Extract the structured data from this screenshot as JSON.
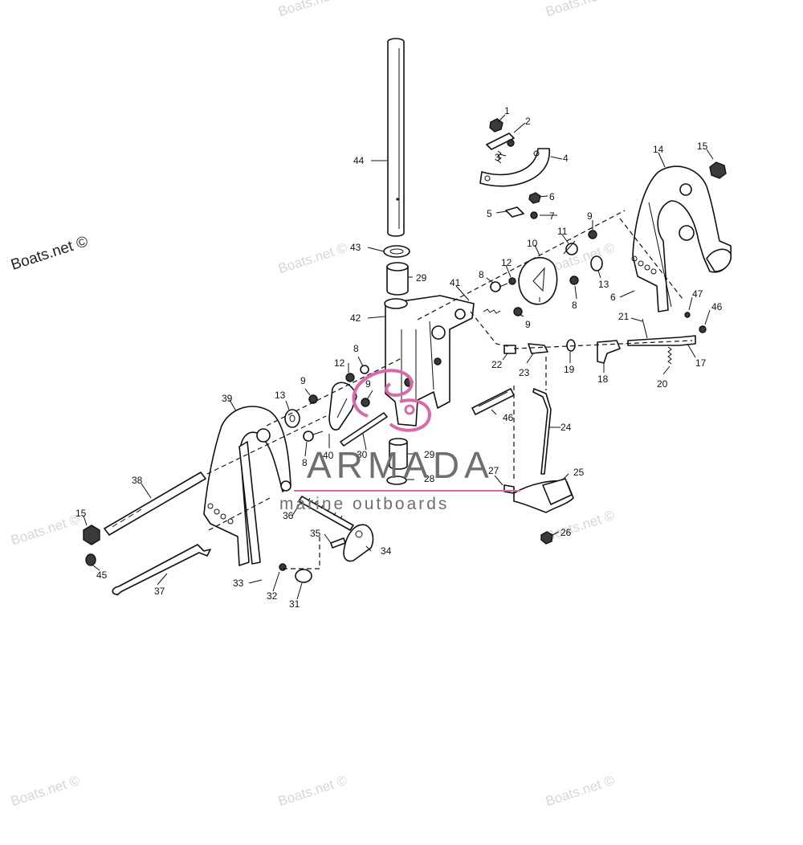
{
  "watermarks": {
    "boats_net": "Boats.net ©"
  },
  "brand": {
    "name": "ARMADA",
    "tagline": "marine outboards",
    "accent_color": "#d76aa9",
    "text_color": "#6f6f6f"
  },
  "part_numbers": {
    "p1": "1",
    "p2": "2",
    "p3": "3",
    "p4": "4",
    "p5": "5",
    "p6": "6",
    "p7": "7",
    "p8": "8",
    "p9": "9",
    "p10": "10",
    "p11": "11",
    "p12": "12",
    "p13": "13",
    "p14": "14",
    "p15": "15",
    "p17": "17",
    "p18": "18",
    "p19": "19",
    "p20": "20",
    "p21": "21",
    "p22": "22",
    "p23": "23",
    "p24": "24",
    "p25": "25",
    "p26": "26",
    "p27": "27",
    "p28": "28",
    "p29": "29",
    "p30": "30",
    "p31": "31",
    "p32": "32",
    "p33": "33",
    "p34": "34",
    "p35": "35",
    "p36": "36",
    "p37": "37",
    "p38": "38",
    "p39": "39",
    "p40": "40",
    "p41": "41",
    "p42": "42",
    "p43": "43",
    "p44": "44",
    "p45": "45",
    "p46": "46",
    "p47": "47"
  }
}
